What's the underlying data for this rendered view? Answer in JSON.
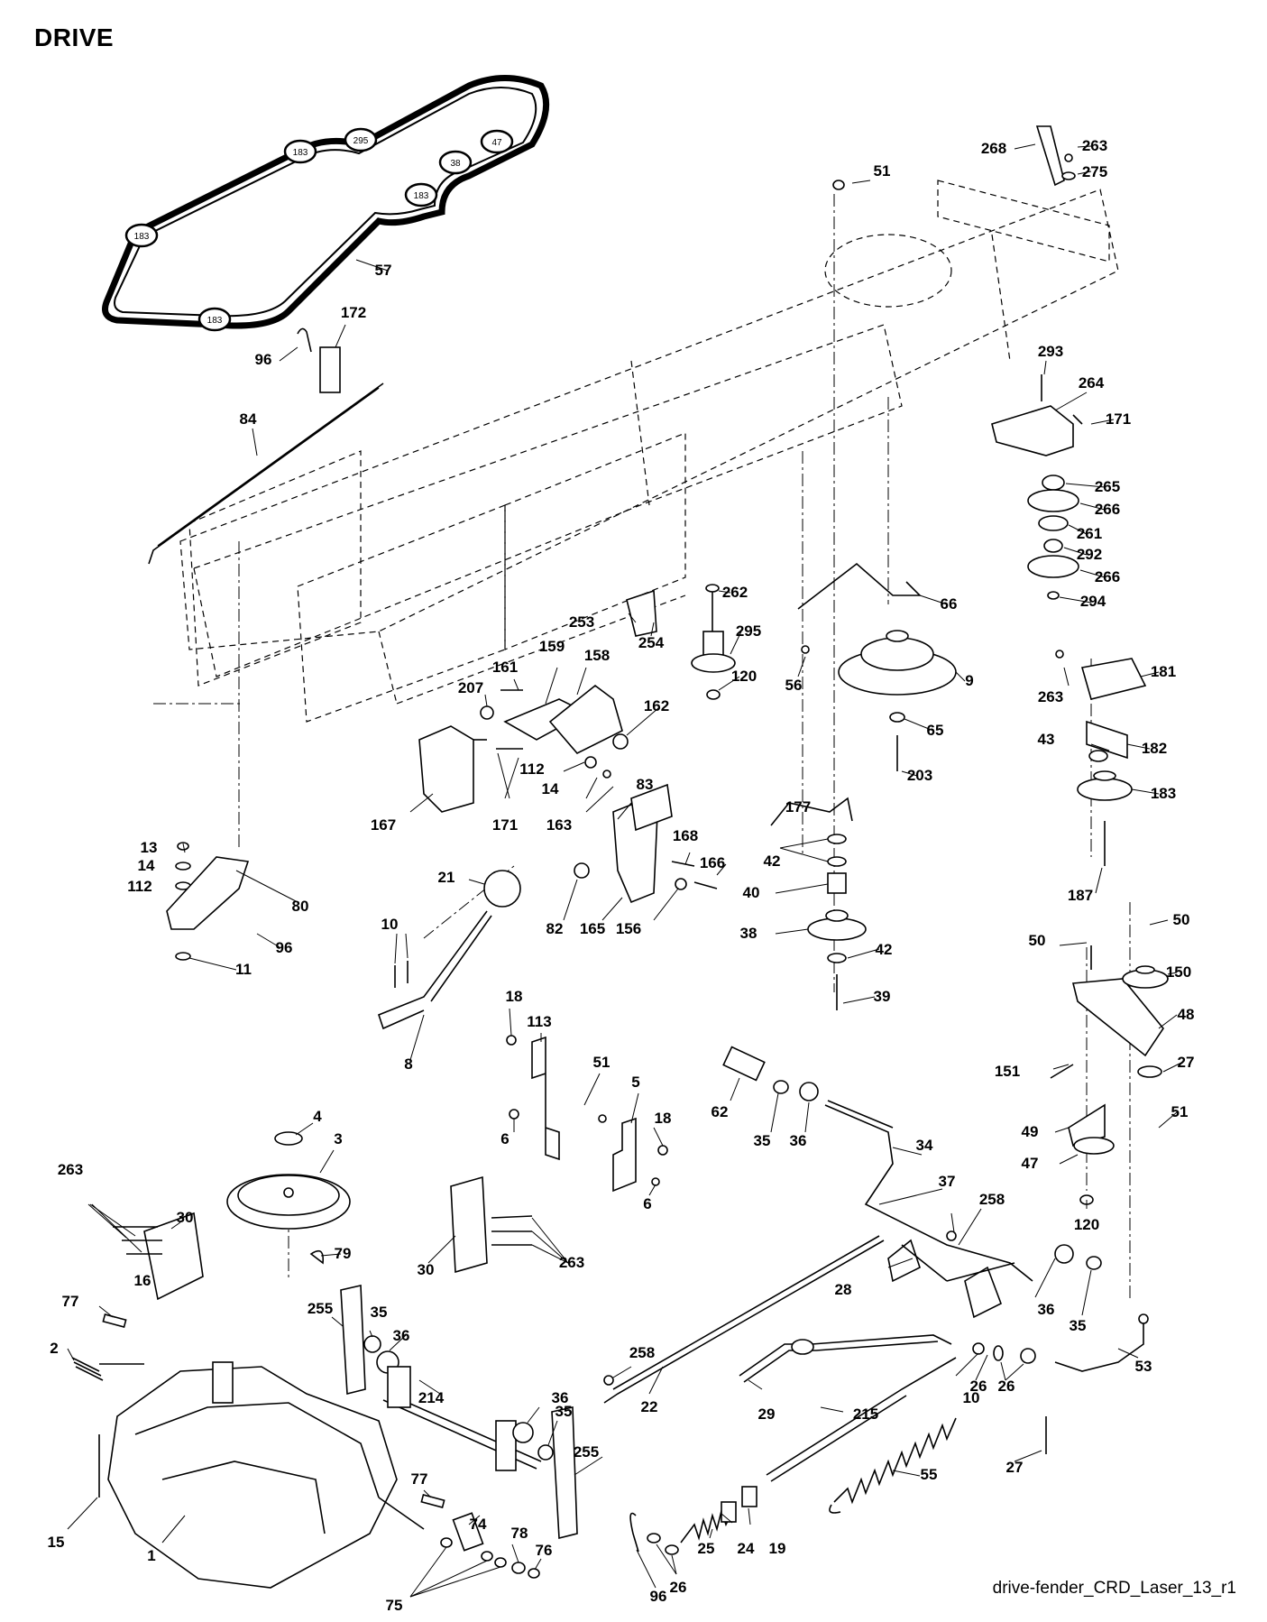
{
  "title": "DRIVE",
  "footer_ref": "drive-fender_CRD_Laser_13_r1",
  "belt_pulley_labels": [
    "295",
    "47",
    "38",
    "183",
    "183",
    "183",
    "183"
  ],
  "part_labels": [
    "268",
    "263",
    "275",
    "51",
    "57",
    "172",
    "96",
    "84",
    "293",
    "264",
    "171",
    "265",
    "266",
    "261",
    "292",
    "266",
    "294",
    "262",
    "295",
    "120",
    "56",
    "66",
    "9",
    "65",
    "203",
    "263",
    "181",
    "43",
    "182",
    "183",
    "187",
    "253",
    "254",
    "207",
    "161",
    "159",
    "158",
    "162",
    "112",
    "14",
    "163",
    "83",
    "167",
    "171",
    "13",
    "14",
    "112",
    "80",
    "96",
    "11",
    "177",
    "42",
    "40",
    "38",
    "42",
    "39",
    "168",
    "166",
    "82",
    "165",
    "156",
    "21",
    "10",
    "8",
    "50",
    "50",
    "150",
    "48",
    "151",
    "27",
    "51",
    "49",
    "47",
    "120",
    "18",
    "113",
    "51",
    "5",
    "18",
    "6",
    "6",
    "62",
    "35",
    "36",
    "34",
    "37",
    "258",
    "4",
    "3",
    "79",
    "263",
    "30",
    "16",
    "77",
    "2",
    "15",
    "1",
    "30",
    "263",
    "255",
    "35",
    "36",
    "214",
    "36",
    "35",
    "255",
    "77",
    "74",
    "78",
    "76",
    "75",
    "28",
    "36",
    "35",
    "53",
    "258",
    "22",
    "29",
    "26",
    "10",
    "26",
    "215",
    "27",
    "24",
    "19",
    "25",
    "26",
    "96",
    "55"
  ]
}
